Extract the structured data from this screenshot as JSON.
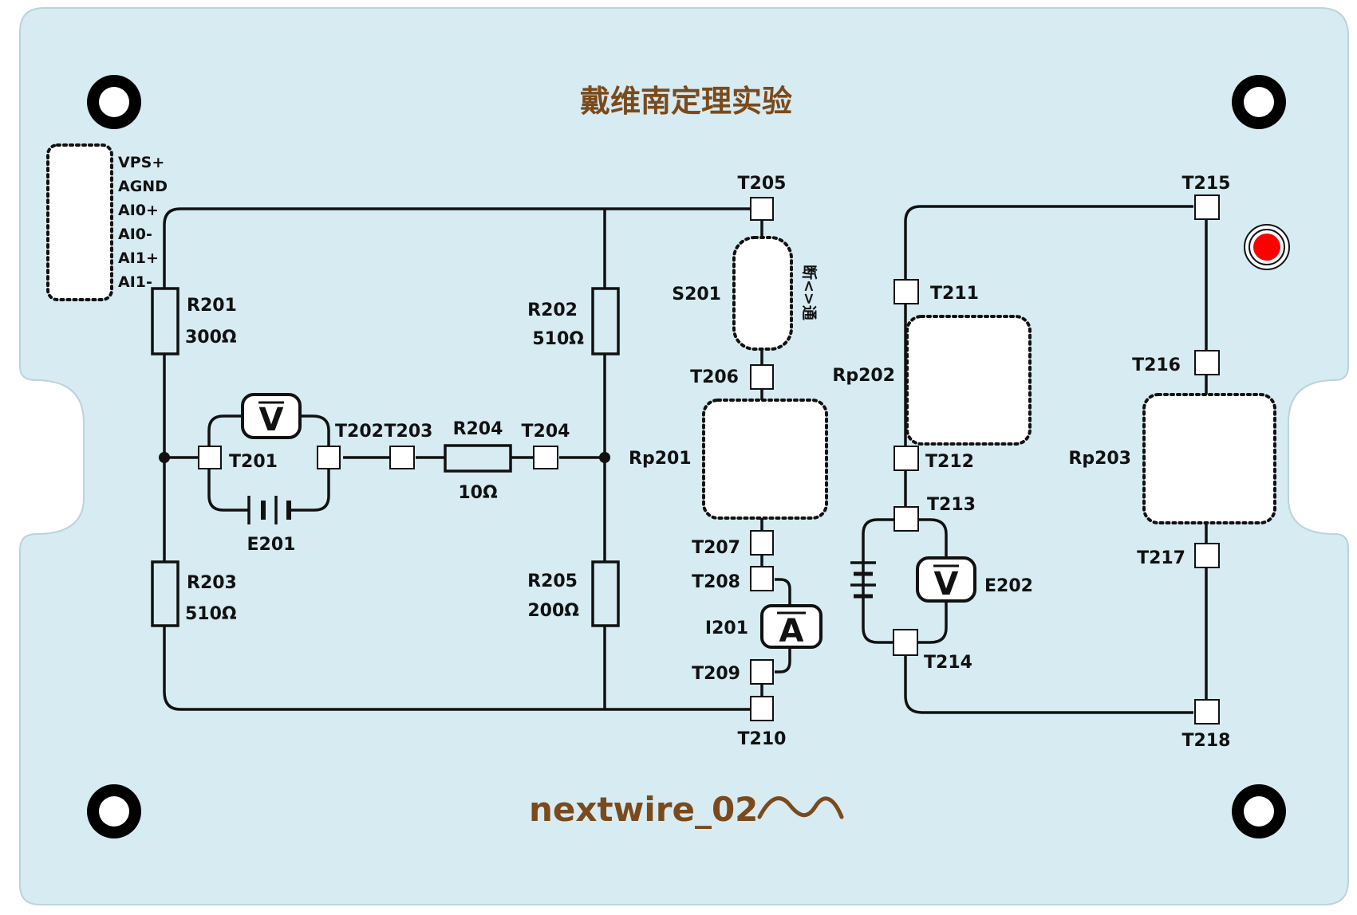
{
  "board": {
    "title": "戴维南定理实验",
    "brand_name": "nextwire_02",
    "colors": {
      "board": "#d6ebf2",
      "brand": "#7a4a1c",
      "led": "#ff0000"
    }
  },
  "io_pins": [
    "VPS+",
    "AGND",
    "AI0+",
    "AI0-",
    "AI1+",
    "AI1-"
  ],
  "components": {
    "r201": {
      "name": "R201",
      "value": "300Ω"
    },
    "r202": {
      "name": "R202",
      "value": "510Ω"
    },
    "r203": {
      "name": "R203",
      "value": "510Ω"
    },
    "r204": {
      "name": "R204",
      "value": "10Ω"
    },
    "r205": {
      "name": "R205",
      "value": "200Ω"
    },
    "e201": "E201",
    "e202": "E202",
    "s201": "S201",
    "switch_text": "断<>通",
    "i201": "I201",
    "rp201": "Rp201",
    "rp202": "Rp202",
    "rp203": "Rp203",
    "voltmeter_symbol": "V",
    "ammeter_symbol": "A"
  },
  "terminals": {
    "t201": "T201",
    "t202": "T202",
    "t203": "T203",
    "t204": "T204",
    "t205": "T205",
    "t206": "T206",
    "t207": "T207",
    "t208": "T208",
    "t209": "T209",
    "t210": "T210",
    "t211": "T211",
    "t212": "T212",
    "t213": "T213",
    "t214": "T214",
    "t215": "T215",
    "t216": "T216",
    "t217": "T217",
    "t218": "T218"
  }
}
